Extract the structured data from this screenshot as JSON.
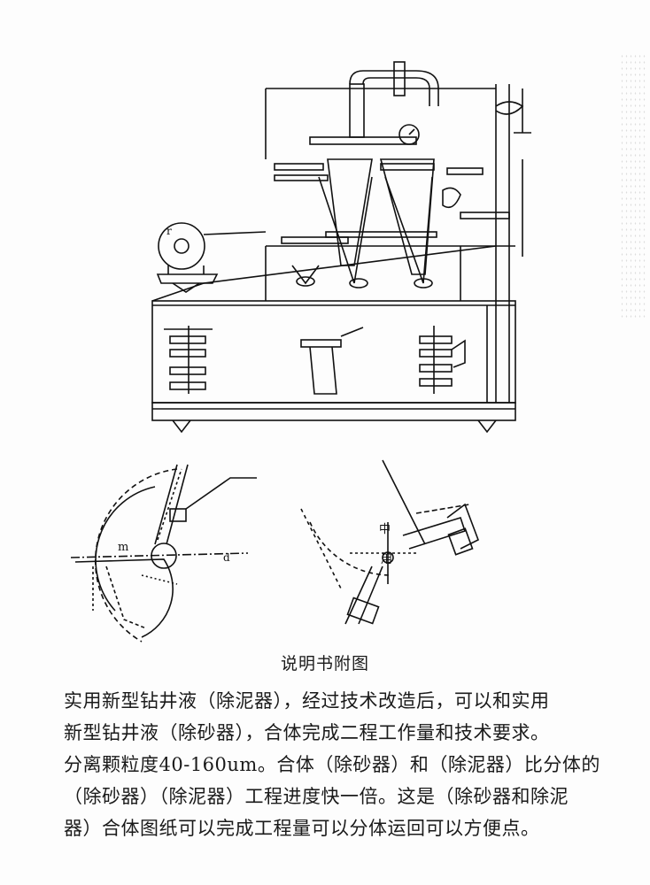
{
  "figure": {
    "caption": "说明书附图",
    "labels": {
      "left_small_r": "r",
      "left_m": "m",
      "left_d": "d",
      "right_symbol": "中",
      "right_lower": "用"
    }
  },
  "description": {
    "lines": [
      "实用新型钻井液（除泥器），经过技术改造后，可以和实用",
      "新型钻井液（除砂器），合体完成二程工作量和技术要求。",
      "分离颗粒度40-160um。合体（除砂器）和（除泥器）比分体的",
      "（除砂器）（除泥器）工程进度快一倍。这是（除砂器和除泥",
      "器）合体图纸可以完成工程量可以分体运回可以方便点。"
    ]
  }
}
